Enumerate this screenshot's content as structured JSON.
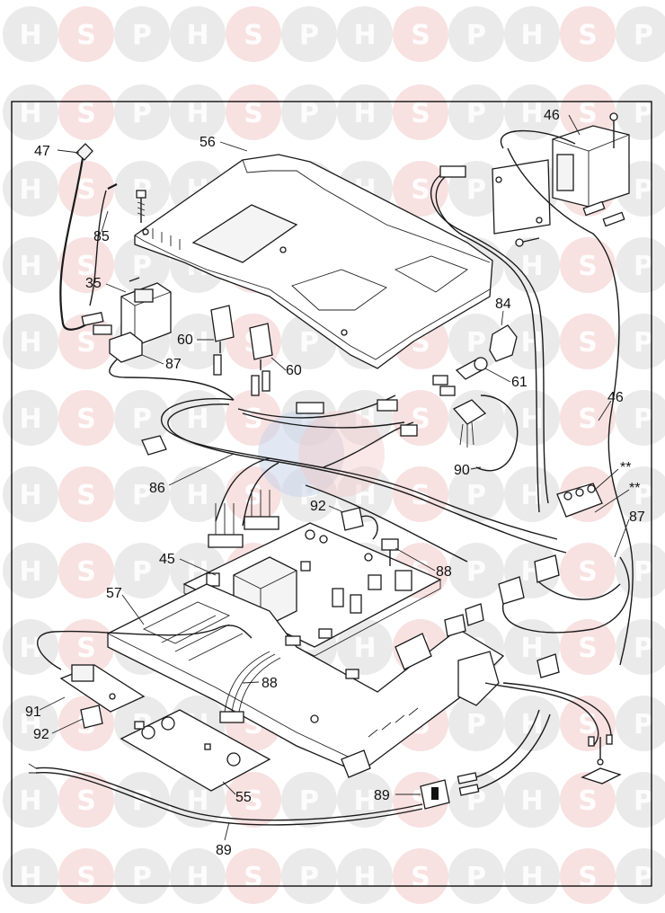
{
  "watermark": {
    "letters": [
      "H",
      "S",
      "P"
    ],
    "colors": {
      "gray": "#d9d9d9",
      "accent": "#f3c9c9",
      "accent_letter": "#d9d9d9"
    },
    "center_mark_color": "#c9d6ea"
  },
  "diagram": {
    "frame_color": "#000000",
    "line_color": "#1a1a1a",
    "callouts": {
      "c47": "47",
      "c56": "56",
      "c46a": "46",
      "c85": "85",
      "c35": "35",
      "c60a": "60",
      "c60b": "60",
      "c87a": "87",
      "c84": "84",
      "c61": "61",
      "c46b": "46",
      "c86": "86",
      "c90": "90",
      "c2a": "**",
      "c2b": "**",
      "c87b": "87",
      "c92a": "92",
      "c45": "45",
      "c88a": "88",
      "c57": "57",
      "c88b": "88",
      "c91": "91",
      "c92b": "92",
      "c55": "55",
      "c89a": "89",
      "c89b": "89"
    }
  }
}
